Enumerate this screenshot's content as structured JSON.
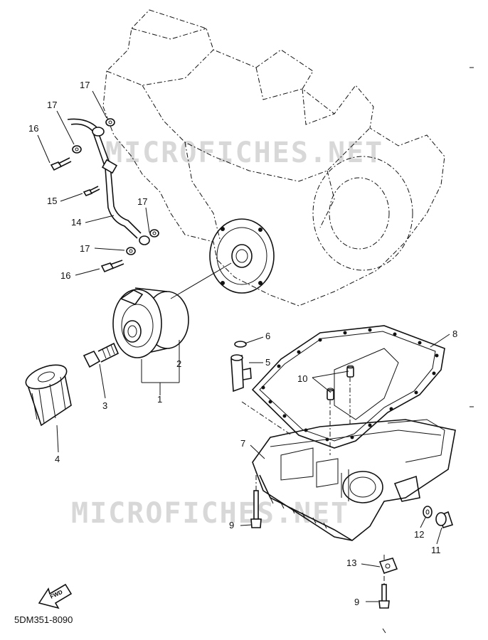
{
  "watermarks": [
    "MICROFICHES.NET",
    "MICROFICHES.NET"
  ],
  "diagram_code": "5DM351-8090",
  "fwd_label": "FWD",
  "callouts": [
    "1",
    "2",
    "3",
    "4",
    "5",
    "6",
    "7",
    "8",
    "9",
    "9",
    "10",
    "11",
    "12",
    "13",
    "14",
    "15",
    "16",
    "16",
    "17",
    "17",
    "17",
    "17"
  ]
}
